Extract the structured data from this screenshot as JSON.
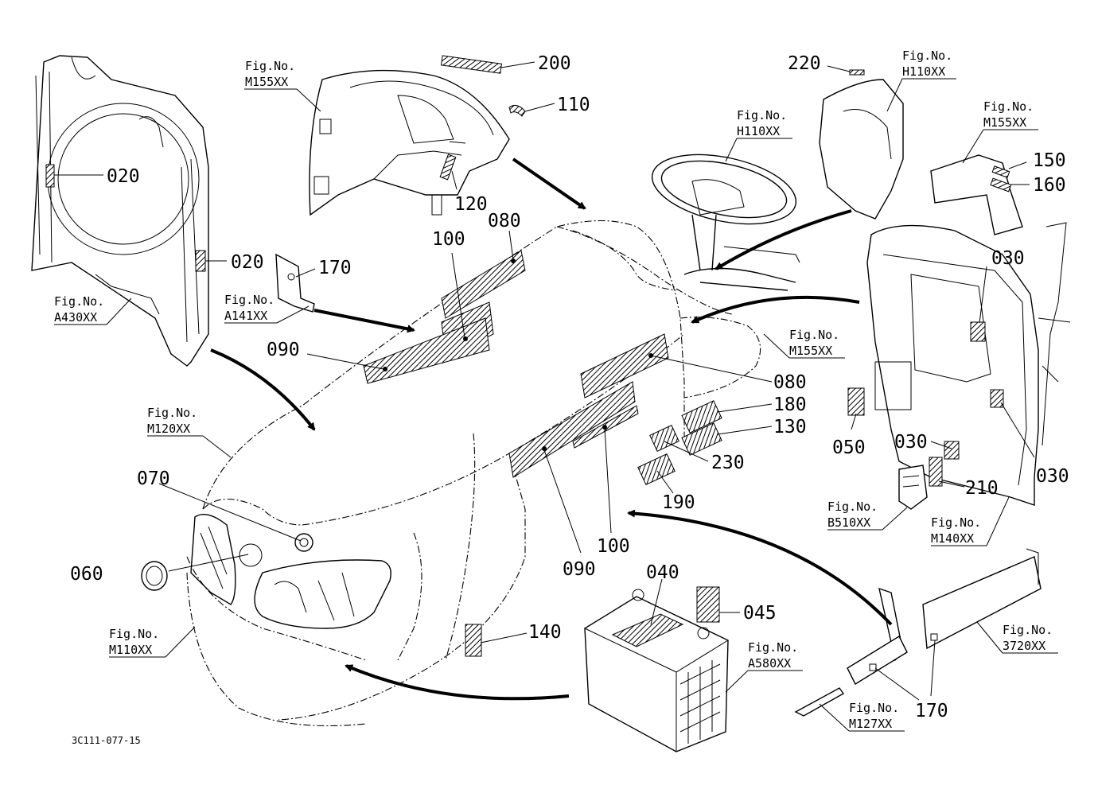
{
  "drawing_code": "3C111-077-15",
  "part_labels": [
    {
      "id": "p020a",
      "text": "020"
    },
    {
      "id": "p020b",
      "text": "020"
    },
    {
      "id": "p170a",
      "text": "170"
    },
    {
      "id": "p200",
      "text": "200"
    },
    {
      "id": "p110",
      "text": "110"
    },
    {
      "id": "p120",
      "text": "120"
    },
    {
      "id": "p080a",
      "text": "080"
    },
    {
      "id": "p100a",
      "text": "100"
    },
    {
      "id": "p090a",
      "text": "090"
    },
    {
      "id": "p220",
      "text": "220"
    },
    {
      "id": "p150",
      "text": "150"
    },
    {
      "id": "p160",
      "text": "160"
    },
    {
      "id": "p030a",
      "text": "030"
    },
    {
      "id": "p080b",
      "text": "080"
    },
    {
      "id": "p180",
      "text": "180"
    },
    {
      "id": "p130",
      "text": "130"
    },
    {
      "id": "p230",
      "text": "230"
    },
    {
      "id": "p190",
      "text": "190"
    },
    {
      "id": "p050",
      "text": "050"
    },
    {
      "id": "p030b",
      "text": "030"
    },
    {
      "id": "p030c",
      "text": "030"
    },
    {
      "id": "p210",
      "text": "210"
    },
    {
      "id": "p070",
      "text": "070"
    },
    {
      "id": "p060",
      "text": "060"
    },
    {
      "id": "p090b",
      "text": "090"
    },
    {
      "id": "p100b",
      "text": "100"
    },
    {
      "id": "p040",
      "text": "040"
    },
    {
      "id": "p045",
      "text": "045"
    },
    {
      "id": "p140",
      "text": "140"
    },
    {
      "id": "p170b",
      "text": "170"
    }
  ],
  "figure_refs": [
    {
      "id": "f_m155_top",
      "caption": "Fig.No.",
      "code": "M155XX"
    },
    {
      "id": "f_a430",
      "caption": "Fig.No.",
      "code": "A430XX"
    },
    {
      "id": "f_a141",
      "caption": "Fig.No.",
      "code": "A141XX"
    },
    {
      "id": "f_h110_wheel",
      "caption": "Fig.No.",
      "code": "H110XX"
    },
    {
      "id": "f_h110_right",
      "caption": "Fig.No.",
      "code": "H110XX"
    },
    {
      "id": "f_m155_right",
      "caption": "Fig.No.",
      "code": "M155XX"
    },
    {
      "id": "f_m155_mid",
      "caption": "Fig.No.",
      "code": "M155XX"
    },
    {
      "id": "f_m120",
      "caption": "Fig.No.",
      "code": "M120XX"
    },
    {
      "id": "f_b510",
      "caption": "Fig.No.",
      "code": "B510XX"
    },
    {
      "id": "f_m140",
      "caption": "Fig.No.",
      "code": "M140XX"
    },
    {
      "id": "f_m110",
      "caption": "Fig.No.",
      "code": "M110XX"
    },
    {
      "id": "f_a580",
      "caption": "Fig.No.",
      "code": "A580XX"
    },
    {
      "id": "f_3720",
      "caption": "Fig.No.",
      "code": "3720XX"
    },
    {
      "id": "f_m127",
      "caption": "Fig.No.",
      "code": "M127XX"
    }
  ]
}
